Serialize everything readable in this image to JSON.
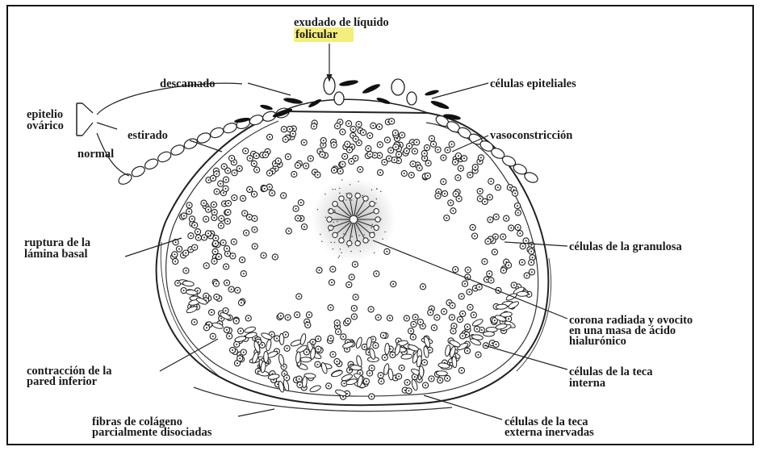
{
  "labels": {
    "exudado_line1": "exudado de líquido",
    "exudado_line2": "folicular",
    "descamado": "descamado",
    "celulas_epiteliales": "células epiteliales",
    "epitelio_line1": "epitelio",
    "epitelio_line2": "ovárico",
    "estirado": "estirado",
    "normal": "normal",
    "vasoconstriccion": "vasoconstricción",
    "ruptura_line1": "ruptura de la",
    "ruptura_line2": "lámina basal",
    "granulosa": "células de la granulosa",
    "corona_line1": "corona radiada y ovocito",
    "corona_line2": "en una masa de ácido",
    "corona_line3": "hialurónico",
    "contraccion_line1": "contracción de la",
    "contraccion_line2": "pared inferior",
    "teca_interna_line1": "células de la teca",
    "teca_interna_line2": "interna",
    "fibras_line1": "fibras de colágeno",
    "fibras_line2": "parcialmente disociadas",
    "teca_externa_line1": "células de la teca",
    "teca_externa_line2": "externa inervadas"
  },
  "colors": {
    "ink": "#1a1a1a",
    "highlight": "#f4ee7a",
    "background": "#ffffff"
  }
}
